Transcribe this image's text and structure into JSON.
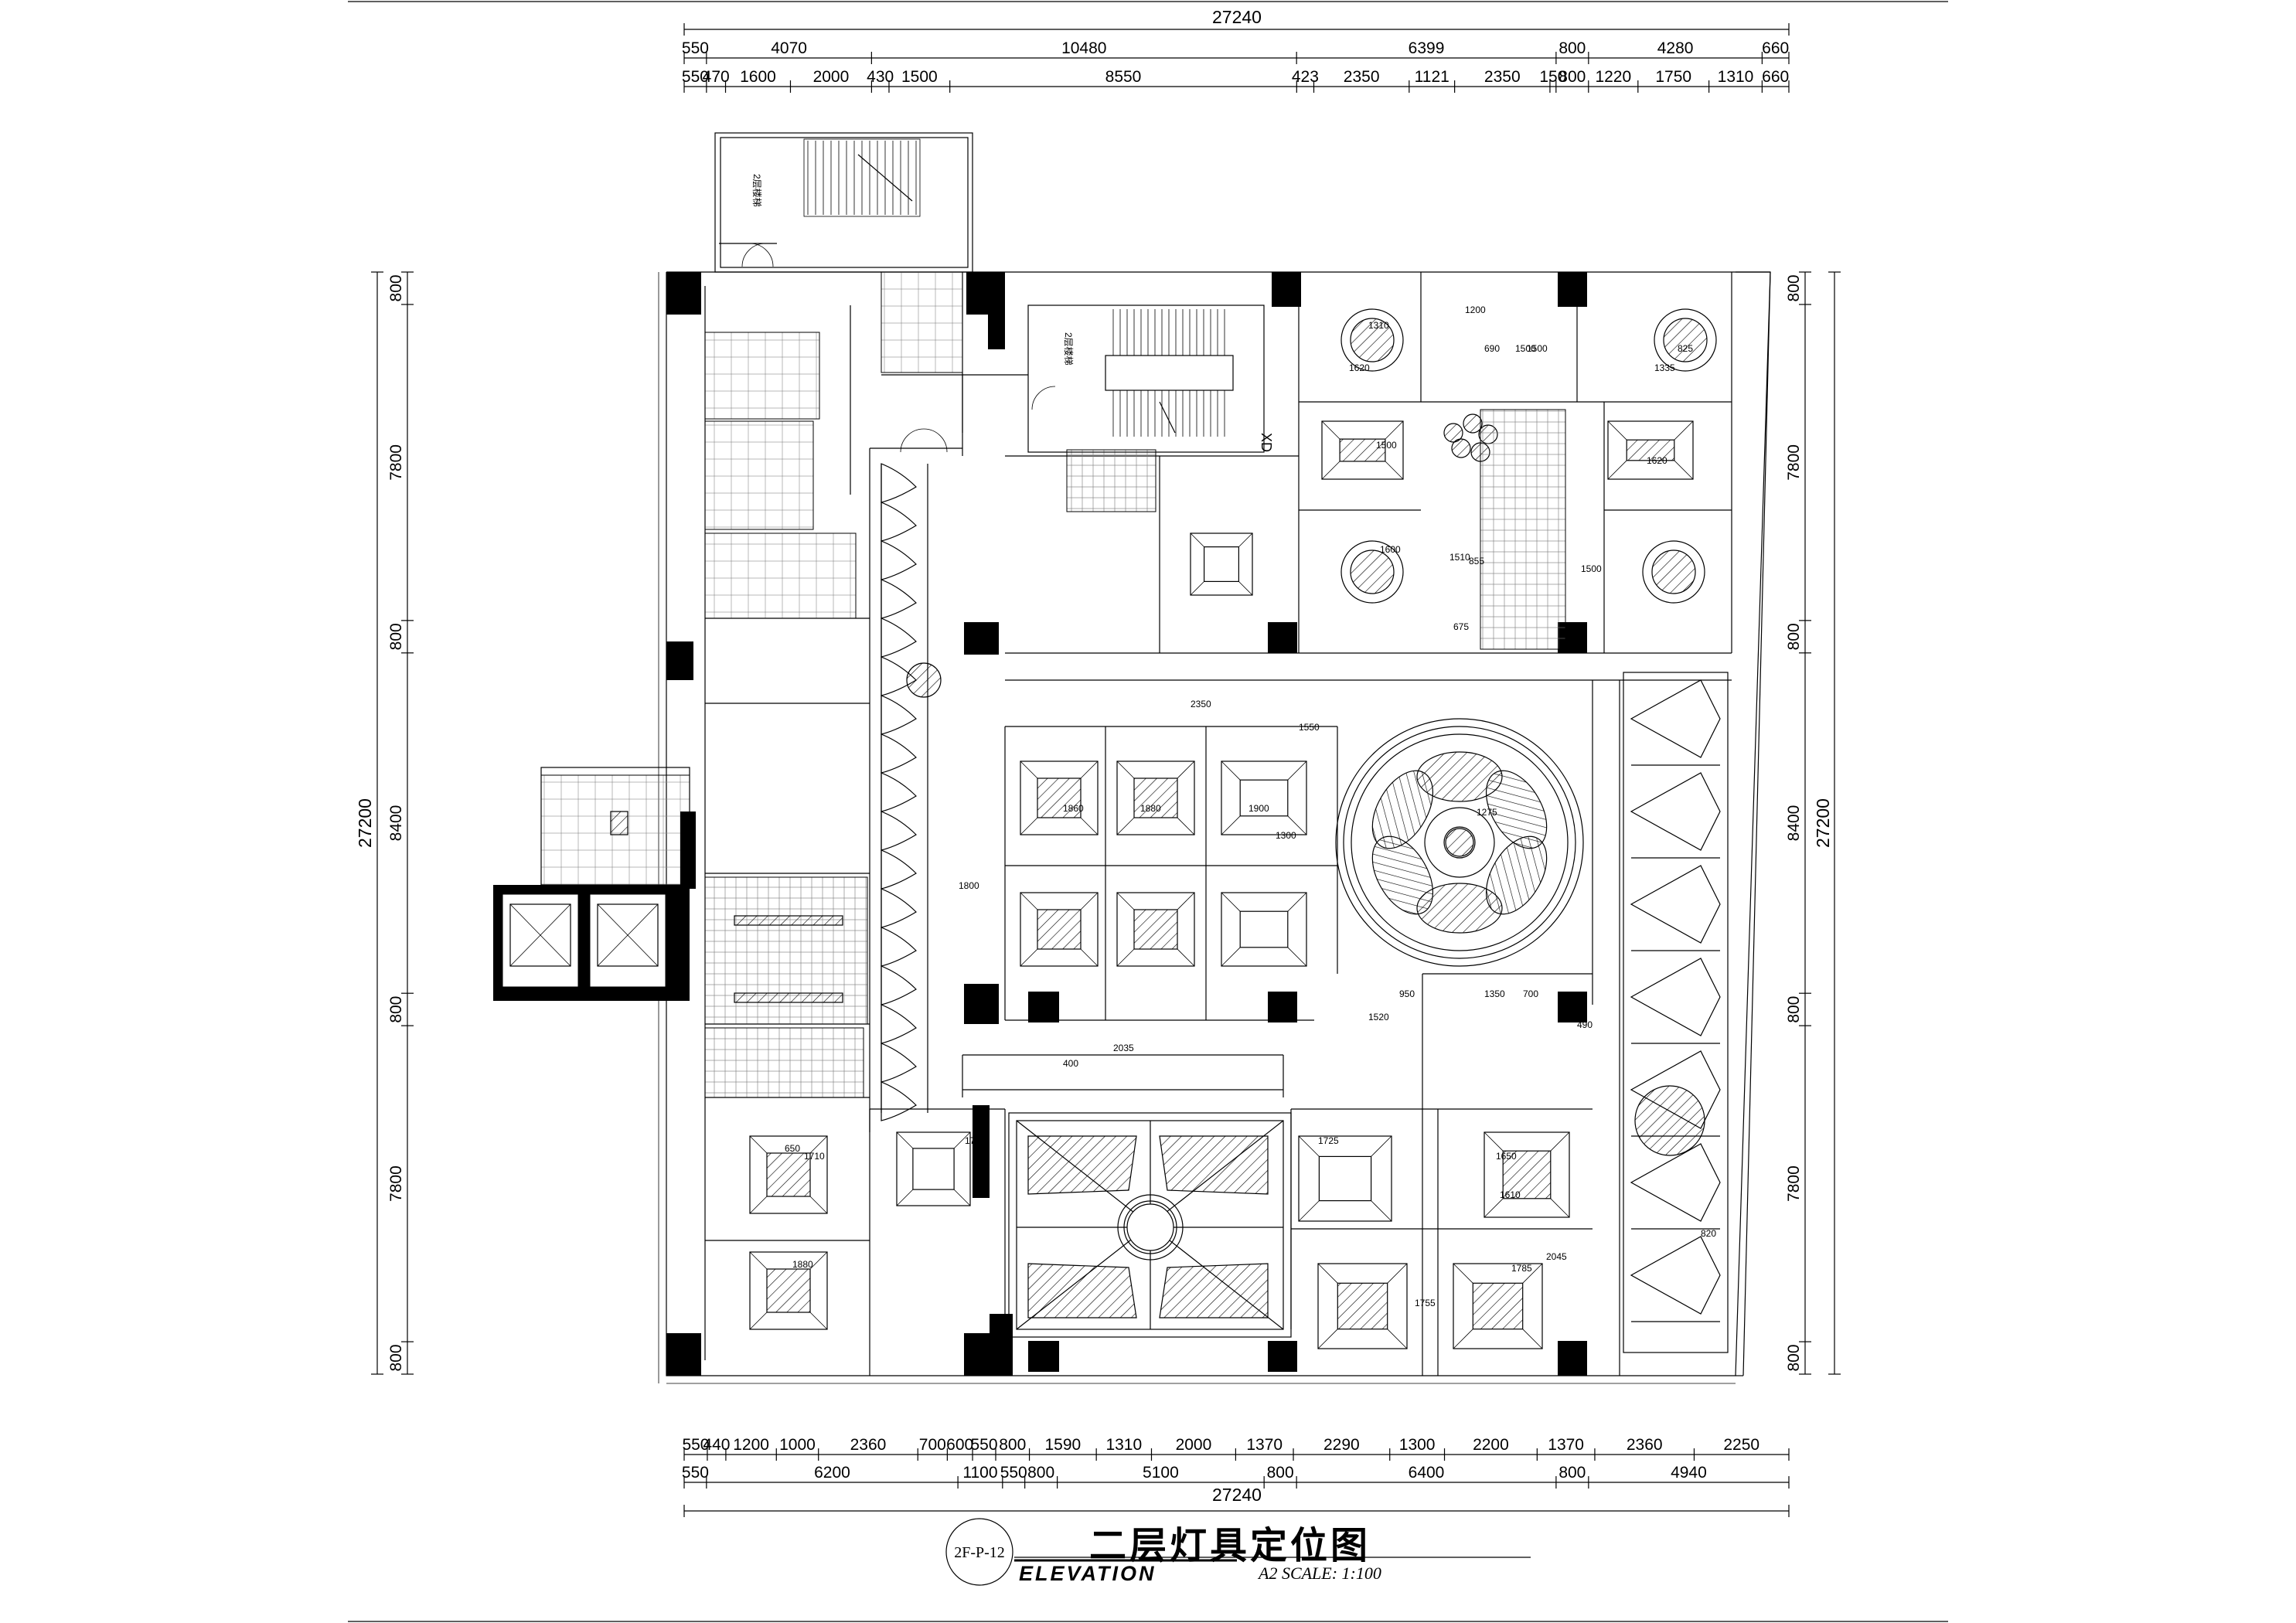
{
  "title": {
    "cn": "二层灯具定位图",
    "en": "ELEVATION",
    "scale": "A2 SCALE: 1:100",
    "code": "2F-P-12"
  },
  "dims": {
    "top_total": "27240",
    "top_row1": [
      "550",
      "4070",
      "10480",
      "6399",
      "800",
      "4280",
      "660"
    ],
    "top_row2": [
      "550",
      "470",
      "1600",
      "2000",
      "430",
      "1500",
      "8550",
      "423",
      "2350",
      "1121",
      "2350",
      "150",
      "800",
      "1220",
      "1750",
      "1310",
      "660"
    ],
    "bottom_row1": [
      "550",
      "440",
      "1200",
      "1000",
      "2360",
      "700",
      "600",
      "550",
      "800",
      "1590",
      "1310",
      "2000",
      "1370",
      "2290",
      "1300",
      "2200",
      "1370",
      "2360",
      "2250"
    ],
    "bottom_row2": [
      "550",
      "6200",
      "1100",
      "550",
      "800",
      "5100",
      "800",
      "6400",
      "800",
      "4940"
    ],
    "bottom_total": "27240",
    "left_total": "27200",
    "left": [
      "800",
      "7800",
      "800",
      "8400",
      "800",
      "7800",
      "800"
    ],
    "right_total": "27200",
    "right": [
      "800",
      "7800",
      "800",
      "8400",
      "800",
      "7800",
      "800"
    ]
  },
  "labels": {
    "stair_label_1": "2层楼梯",
    "stair_label_2": "2层楼梯",
    "xd": "XD"
  },
  "room_dims": [
    "1310",
    "1200",
    "1500",
    "1500",
    "690",
    "1620",
    "1335",
    "825",
    "1620",
    "1500",
    "1600",
    "1510",
    "1500",
    "855",
    "675",
    "2350",
    "1275",
    "1550",
    "1300",
    "2035",
    "1860",
    "1880",
    "1900",
    "1800",
    "1700",
    "1725",
    "1650",
    "1610",
    "2045",
    "1785",
    "1755",
    "650",
    "1710",
    "1880",
    "820",
    "1350",
    "700",
    "490",
    "950",
    "400",
    "1520"
  ],
  "colors": {
    "ink": "#000000",
    "paper": "#ffffff"
  }
}
